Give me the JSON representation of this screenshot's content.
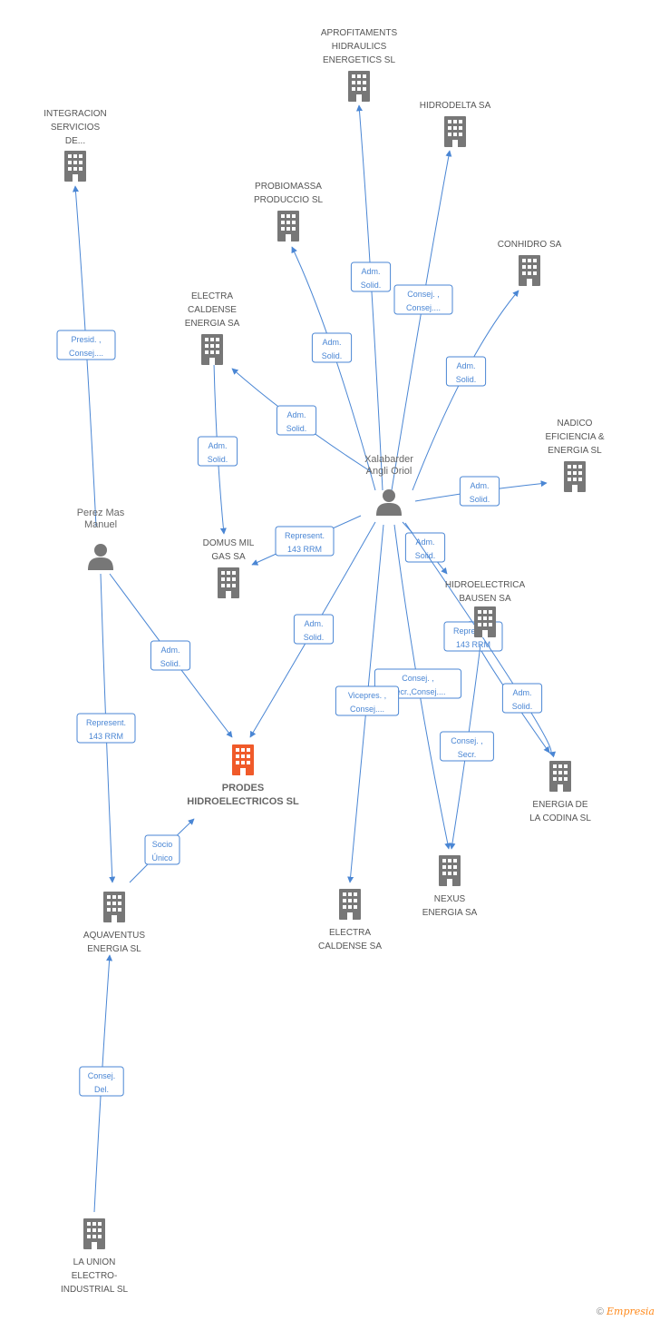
{
  "colors": {
    "edge": "#4a86d4",
    "building": "#777777",
    "building_main": "#f05a2a",
    "person": "#777777",
    "label": "#555555"
  },
  "nodes": [
    {
      "id": "aprofitaments",
      "type": "company",
      "lines": [
        "APROFITAMENTS",
        "HIDRAULICS",
        "ENERGETICS SL"
      ]
    },
    {
      "id": "hidrodelta",
      "type": "company",
      "lines": [
        "HIDRODELTA SA"
      ]
    },
    {
      "id": "integracion",
      "type": "company",
      "lines": [
        "INTEGRACION",
        "SERVICIOS",
        "DE..."
      ]
    },
    {
      "id": "probiomassa",
      "type": "company",
      "lines": [
        "PROBIOMASSA",
        "PRODUCCIO SL"
      ]
    },
    {
      "id": "conhidro",
      "type": "company",
      "lines": [
        "CONHIDRO SA"
      ]
    },
    {
      "id": "electra_caldense_energia",
      "type": "company",
      "lines": [
        "ELECTRA",
        "CALDENSE",
        "ENERGIA SA"
      ]
    },
    {
      "id": "nadico",
      "type": "company",
      "lines": [
        "NADICO",
        "EFICIENCIA &",
        "ENERGIA SL"
      ]
    },
    {
      "id": "xalabarder",
      "type": "person",
      "lines": [
        "Xalabarder",
        "Angli Oriol"
      ]
    },
    {
      "id": "perez",
      "type": "person",
      "lines": [
        "Perez Mas",
        "Manuel"
      ]
    },
    {
      "id": "domus",
      "type": "company",
      "lines": [
        "DOMUS MIL",
        "GAS SA"
      ]
    },
    {
      "id": "hidroelectrica_bausen",
      "type": "company",
      "lines": [
        "HIDROELECTRICA",
        "BAUSEN SA"
      ]
    },
    {
      "id": "prodes",
      "type": "main",
      "lines": [
        "PRODES",
        "HIDROELECTRICOS SL"
      ]
    },
    {
      "id": "energia_codina",
      "type": "company",
      "lines": [
        "ENERGIA DE",
        "LA CODINA SL"
      ]
    },
    {
      "id": "nexus",
      "type": "company",
      "lines": [
        "NEXUS",
        "ENERGIA SA"
      ]
    },
    {
      "id": "electra_caldense",
      "type": "company",
      "lines": [
        "ELECTRA",
        "CALDENSE SA"
      ]
    },
    {
      "id": "aquaventus",
      "type": "company",
      "lines": [
        "AQUAVENTUS",
        "ENERGIA SL"
      ]
    },
    {
      "id": "la_union",
      "type": "company",
      "lines": [
        "LA UNION",
        "ELECTRO-",
        "INDUSTRIAL SL"
      ]
    }
  ],
  "edges": [
    {
      "from": "xalabarder",
      "to": "aprofitaments",
      "label": [
        "Adm.",
        "Solid."
      ]
    },
    {
      "from": "xalabarder",
      "to": "hidrodelta",
      "label": [
        "Consej. ,",
        "Consej...."
      ]
    },
    {
      "from": "perez",
      "to": "integracion",
      "label": [
        "Presid. ,",
        "Consej...."
      ]
    },
    {
      "from": "xalabarder",
      "to": "probiomassa",
      "label": [
        "Adm.",
        "Solid."
      ]
    },
    {
      "from": "xalabarder",
      "to": "conhidro",
      "label": [
        "Adm.",
        "Solid."
      ]
    },
    {
      "from": "xalabarder",
      "to": "electra_caldense_energia",
      "label": [
        "Adm.",
        "Solid."
      ]
    },
    {
      "from": "electra_caldense_energia",
      "to": "domus",
      "label": [
        "Adm.",
        "Solid."
      ]
    },
    {
      "from": "xalabarder",
      "to": "nadico",
      "label": [
        "Adm.",
        "Solid."
      ]
    },
    {
      "from": "xalabarder",
      "to": "domus",
      "label": [
        "Represent.",
        "143 RRM"
      ]
    },
    {
      "from": "xalabarder",
      "to": "hidroelectrica_bausen",
      "label": [
        "Adm.",
        "Solid."
      ]
    },
    {
      "from": "xalabarder",
      "to": "prodes",
      "label": [
        "Adm.",
        "Solid."
      ]
    },
    {
      "from": "perez",
      "to": "prodes",
      "label": [
        "Adm.",
        "Solid."
      ]
    },
    {
      "from": "hidroelectrica_bausen",
      "to": "energia_codina",
      "label": [
        "Represent.",
        "143 RRM"
      ]
    },
    {
      "from": "xalabarder",
      "to": "energia_codina",
      "label": [
        "Adm.",
        "Solid."
      ]
    },
    {
      "from": "xalabarder",
      "to": "nexus",
      "label": [
        "Consej. ,",
        "Secr.,Consej...."
      ]
    },
    {
      "from": "hidroelectrica_bausen",
      "to": "nexus",
      "label": [
        "Consej. ,",
        "Secr."
      ]
    },
    {
      "from": "xalabarder",
      "to": "electra_caldense",
      "label": [
        "Vicepres. ,",
        "Consej...."
      ]
    },
    {
      "from": "perez",
      "to": "aquaventus",
      "label": [
        "Represent.",
        "143 RRM"
      ]
    },
    {
      "from": "aquaventus",
      "to": "prodes",
      "label": [
        "Socio",
        "Único"
      ]
    },
    {
      "from": "la_union",
      "to": "aquaventus",
      "label": [
        "Consej.",
        "Del."
      ]
    }
  ],
  "footer": {
    "copyright": "©",
    "brand": "Empresia"
  }
}
